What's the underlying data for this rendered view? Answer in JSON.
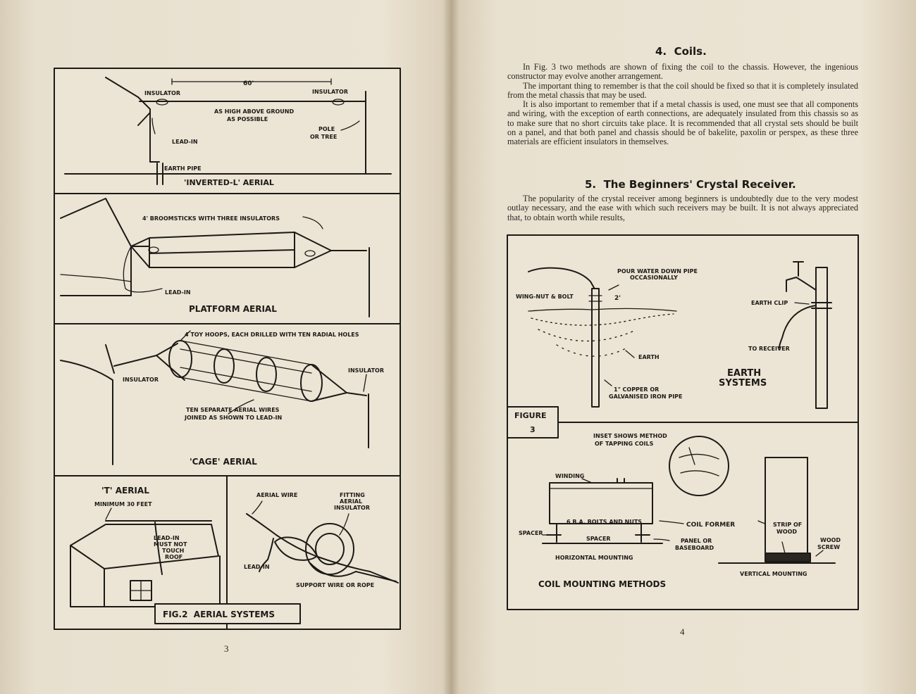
{
  "left_page": {
    "panels": {
      "inverted_l": {
        "title": "'INVERTED-L' AERIAL",
        "dimension": "60'",
        "insulator_left": "INSULATOR",
        "insulator_right": "INSULATOR",
        "height_note_1": "AS HIGH ABOVE GROUND",
        "height_note_2": "AS POSSIBLE",
        "pole_1": "POLE",
        "pole_2": "OR TREE",
        "lead_in": "LEAD-IN",
        "earth_pipe": "EARTH PIPE"
      },
      "platform": {
        "title": "PLATFORM AERIAL",
        "broomsticks": "4' BROOMSTICKS WITH THREE INSULATORS",
        "lead_in": "LEAD-IN"
      },
      "cage": {
        "title": "'CAGE' AERIAL",
        "hoops": "4 TOY HOOPS, EACH DRILLED WITH TEN RADIAL HOLES",
        "insulator_left": "INSULATOR",
        "insulator_right": "INSULATOR",
        "wires_1": "TEN SEPARATE AERIAL WIRES",
        "wires_2": "JOINED AS SHOWN TO LEAD-IN"
      },
      "t_aerial": {
        "title": "'T' AERIAL",
        "minimum": "MINIMUM 30 FEET",
        "lead_in_1": "LEAD-IN",
        "lead_in_2": "MUST NOT",
        "lead_in_3": "TOUCH",
        "lead_in_4": "ROOF"
      },
      "insulator_fitting": {
        "aerial_wire": "AERIAL WIRE",
        "fitting_1": "FITTING",
        "fitting_2": "AERIAL",
        "fitting_3": "INSULATOR",
        "lead_in": "LEAD-IN",
        "support": "SUPPORT WIRE OR ROPE"
      }
    },
    "caption": "FIG.2  AERIAL SYSTEMS",
    "page_number": "3"
  },
  "right_page": {
    "section4": {
      "heading": "4.  Coils.",
      "paragraphs": [
        "In Fig. 3 two methods are shown of fixing the coil to the chassis. However, the ingenious constructor may evolve another arrangement.",
        "The important thing to remember is that the coil should be fixed so that it is completely insulated from the metal chassis that may be used.",
        "It is also important to remember that if a metal chassis is used, one must see that all components and wiring, with the exception of earth connections, are adequately insulated from this chassis so as to make sure that no short circuits take place. It is recommended that all crystal sets should be built on a panel, and that both panel and chassis should be of bakelite, paxolin or perspex, as these three materials are efficient insulators in themselves."
      ]
    },
    "section5": {
      "heading": "5.  The Beginners' Crystal Receiver.",
      "paragraphs": [
        "The popularity of the crystal receiver among beginners is undoubtedly due to the very modest outlay necessary, and the ease with which such receivers may be built. It is not always appreciated that, to obtain worth while results,"
      ]
    },
    "figure3": {
      "earth": {
        "pour_1": "POUR WATER DOWN PIPE",
        "pour_2": "OCCASIONALLY",
        "wing_nut": "WING-NUT & BOLT",
        "dim": "2'",
        "earth_label": "EARTH",
        "pipe_1": "1\" COPPER OR",
        "pipe_2": "GALVANISED IRON PIPE",
        "earth_clip": "EARTH CLIP",
        "to_receiver": "TO RECEIVER",
        "systems_1": "EARTH",
        "systems_2": "SYSTEMS"
      },
      "figure_label_1": "FIGURE",
      "figure_label_2": "3",
      "coil": {
        "inset_1": "INSET SHOWS METHOD",
        "inset_2": "OF TAPPING COILS",
        "winding": "WINDING",
        "bolts": "6 B.A. BOLTS AND NUTS",
        "spacer_left": "SPACER",
        "spacer_mid": "SPACER",
        "coil_former": "COIL FORMER",
        "panel_1": "PANEL OR",
        "panel_2": "BASEBOARD",
        "horizontal": "HORIZONTAL MOUNTING",
        "strip_1": "STRIP OF",
        "strip_2": "WOOD",
        "screw_1": "WOOD",
        "screw_2": "SCREW",
        "vertical": "VERTICAL MOUNTING",
        "title": "COIL MOUNTING METHODS"
      }
    },
    "page_number": "4"
  }
}
